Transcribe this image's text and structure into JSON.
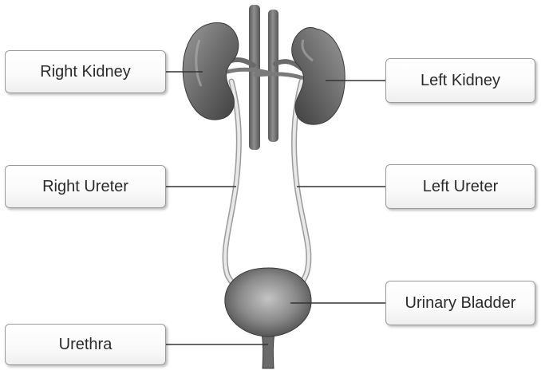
{
  "labels": {
    "right_kidney": "Right Kidney",
    "left_kidney": "Left Kidney",
    "right_ureter": "Right Ureter",
    "left_ureter": "Left Ureter",
    "urinary_bladder": "Urinary Bladder",
    "urethra": "Urethra"
  },
  "colors": {
    "organ": "#6e6e6e",
    "vessel": "#7d7d7d",
    "ureter": "#e6e6e6",
    "leader_line": "#333333",
    "box_border": "#9a9a9a"
  }
}
